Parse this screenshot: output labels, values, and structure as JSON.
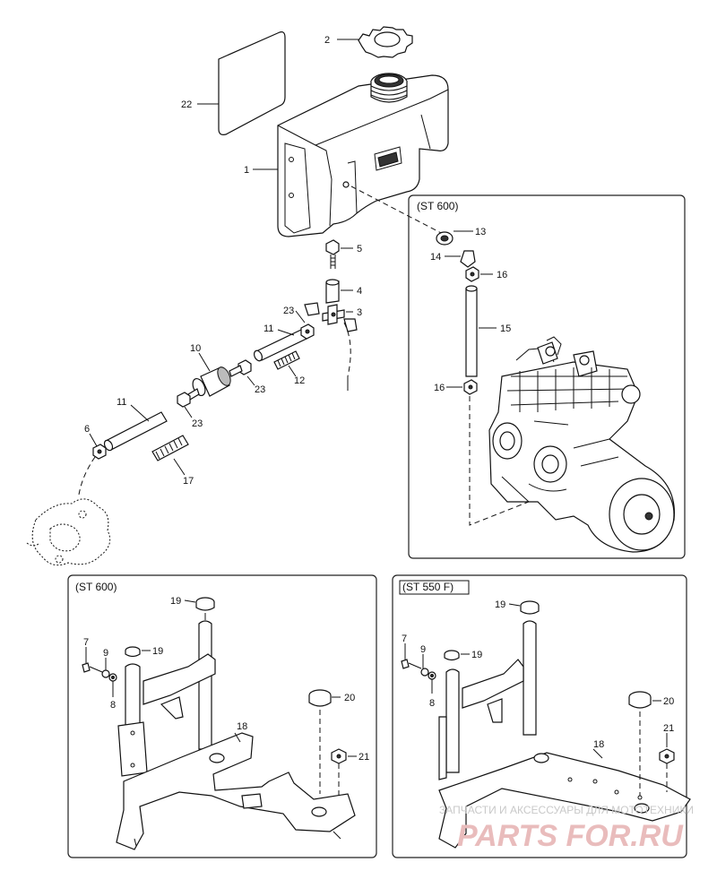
{
  "boxes": {
    "engine_box_label": "(ST 600)",
    "stand_left_label": "(ST 600)",
    "stand_right_label": "(ST 550 F)"
  },
  "callouts": {
    "c1": "1",
    "c2": "2",
    "c3": "3",
    "c4": "4",
    "c5": "5",
    "c6": "6",
    "c10": "10",
    "c11a": "11",
    "c11b": "11",
    "c12": "12",
    "c13": "13",
    "c14": "14",
    "c15": "15",
    "c16a": "16",
    "c16b": "16",
    "c17": "17",
    "c22": "22",
    "c23a": "23",
    "c23b": "23",
    "c23c": "23",
    "l7": "7",
    "l8": "8",
    "l9": "9",
    "l18": "18",
    "l19a": "19",
    "l19b": "19",
    "l20": "20",
    "l21": "21",
    "r7": "7",
    "r8": "8",
    "r9": "9",
    "r18": "18",
    "r19a": "19",
    "r19b": "19",
    "r20": "20",
    "r21": "21"
  },
  "watermark": {
    "line1": "ЗАПЧАСТИ И АКСЕССУАРЫ ДЛЯ МОТОТЕХНИКИ",
    "line2": "PARTS FOR.RU"
  }
}
